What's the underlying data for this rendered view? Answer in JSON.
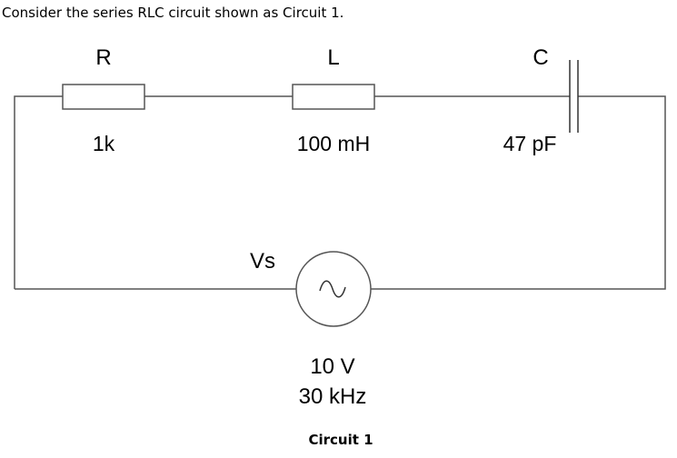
{
  "prompt": "Consider the series RLC circuit shown as Circuit 1.",
  "components": {
    "resistor": {
      "symbol": "R",
      "value": "1k"
    },
    "inductor": {
      "symbol": "L",
      "value": "100 mH"
    },
    "capacitor": {
      "symbol": "C",
      "value": "47 pF"
    },
    "source": {
      "symbol": "Vs",
      "voltage": "10 V",
      "frequency": "30 kHz",
      "glyph": "~"
    }
  },
  "caption": "Circuit 1"
}
